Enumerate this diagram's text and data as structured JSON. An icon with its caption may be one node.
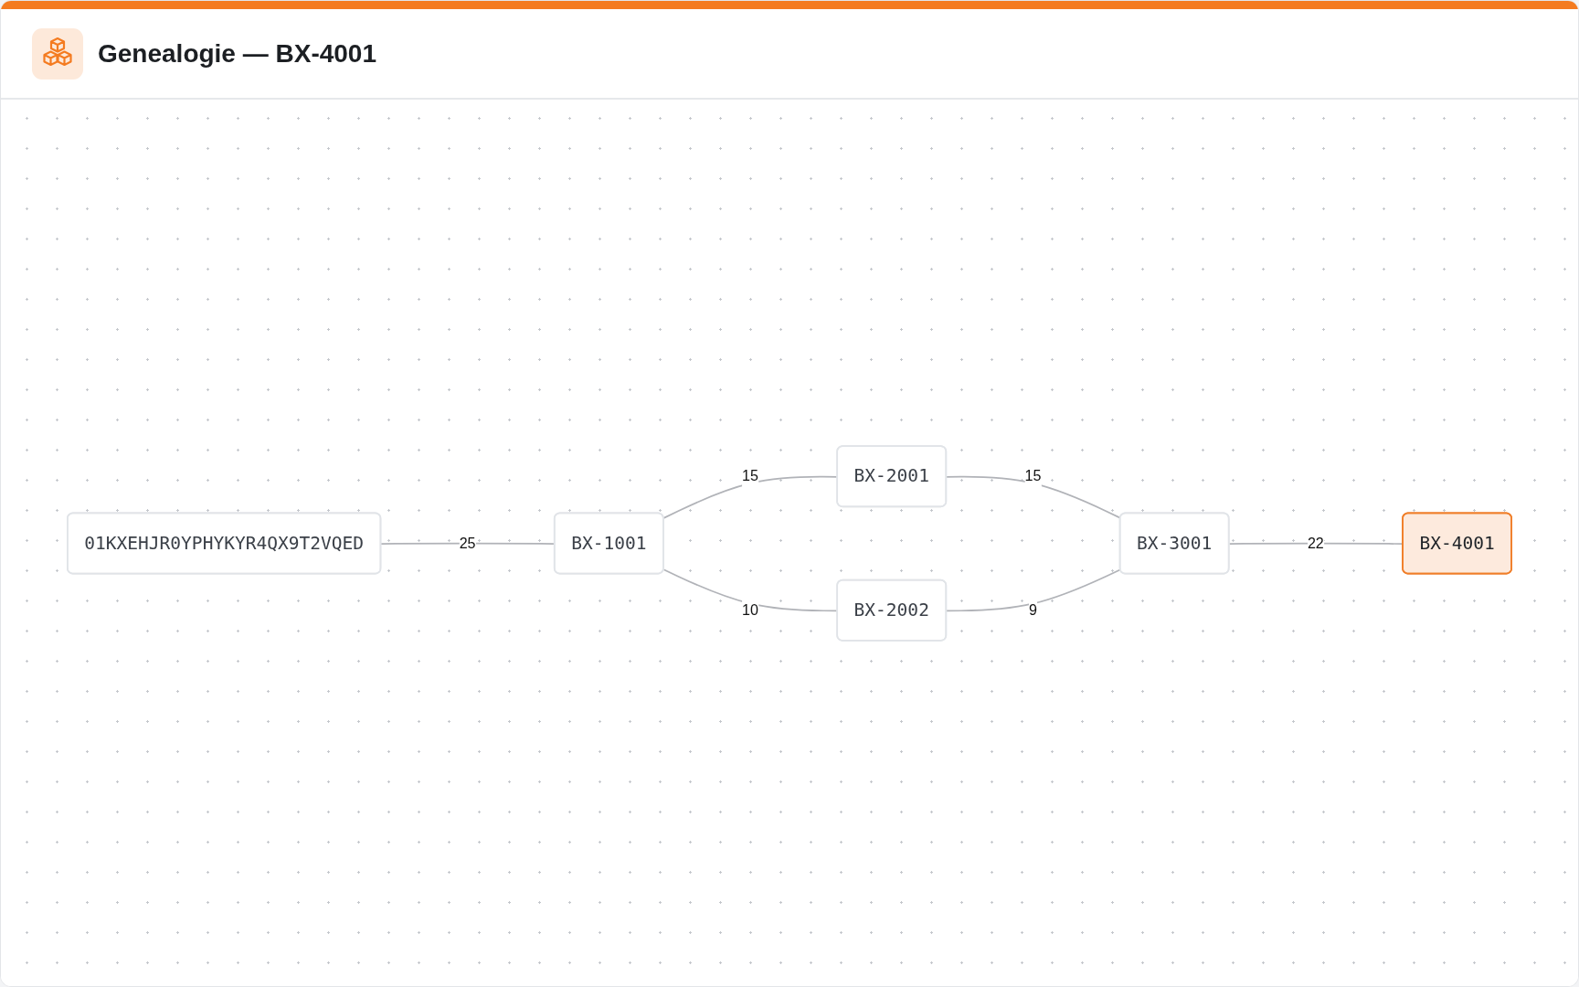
{
  "diagram": {
    "title": "Genealogie — BX-4001",
    "nodes": [
      {
        "text": [
          "01KXEHJR0YPHYKYR4QX9T2VQED"
        ]
      },
      {
        "text": [
          "BX-1001"
        ]
      },
      {
        "text": [
          "BX-2001"
        ]
      },
      {
        "text": [
          "BX-2002"
        ]
      },
      {
        "text": [
          "BX-3001"
        ]
      },
      {
        "text": [
          "BX-4001"
        ]
      }
    ],
    "edges": [
      {
        "from": 0,
        "to": 1,
        "arrow": "none",
        "label": "25"
      },
      {
        "from": 1,
        "to": 2,
        "arrow": "none",
        "label": "15"
      },
      {
        "from": 1,
        "to": 3,
        "arrow": "none",
        "label": "10"
      },
      {
        "from": 2,
        "to": 4,
        "arrow": "none",
        "label": "15"
      },
      {
        "from": 3,
        "to": 4,
        "arrow": "none",
        "label": "9"
      },
      {
        "from": 4,
        "to": 5,
        "arrow": "none",
        "label": "22"
      }
    ]
  }
}
